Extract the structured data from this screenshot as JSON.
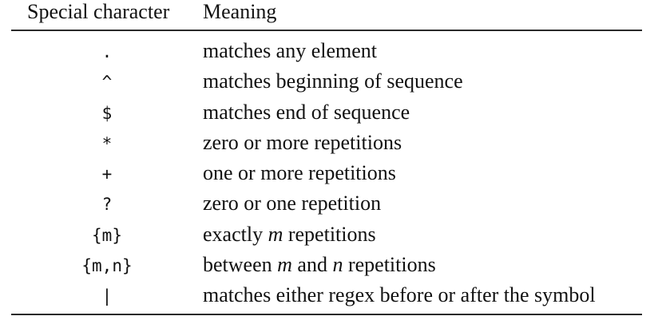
{
  "table": {
    "headers": {
      "symbol": "Special character",
      "meaning": "Meaning"
    },
    "rows": [
      {
        "symbol": ".",
        "meaning": [
          "matches any element"
        ]
      },
      {
        "symbol": "^",
        "meaning": [
          "matches beginning of sequence"
        ]
      },
      {
        "symbol": "$",
        "meaning": [
          "matches end of sequence"
        ]
      },
      {
        "symbol": "*",
        "meaning": [
          "zero or more repetitions"
        ]
      },
      {
        "symbol": "+",
        "meaning": [
          "one or more repetitions"
        ]
      },
      {
        "symbol": "?",
        "meaning": [
          "zero or one repetition"
        ]
      },
      {
        "symbol": "{m}",
        "meaning": [
          "exactly ",
          "m",
          " repetitions"
        ]
      },
      {
        "symbol": "{m,n}",
        "meaning": [
          "between ",
          "m",
          " and ",
          "n",
          " repetitions"
        ]
      },
      {
        "symbol": "|",
        "meaning": [
          "matches either regex before or after the symbol"
        ]
      }
    ]
  }
}
